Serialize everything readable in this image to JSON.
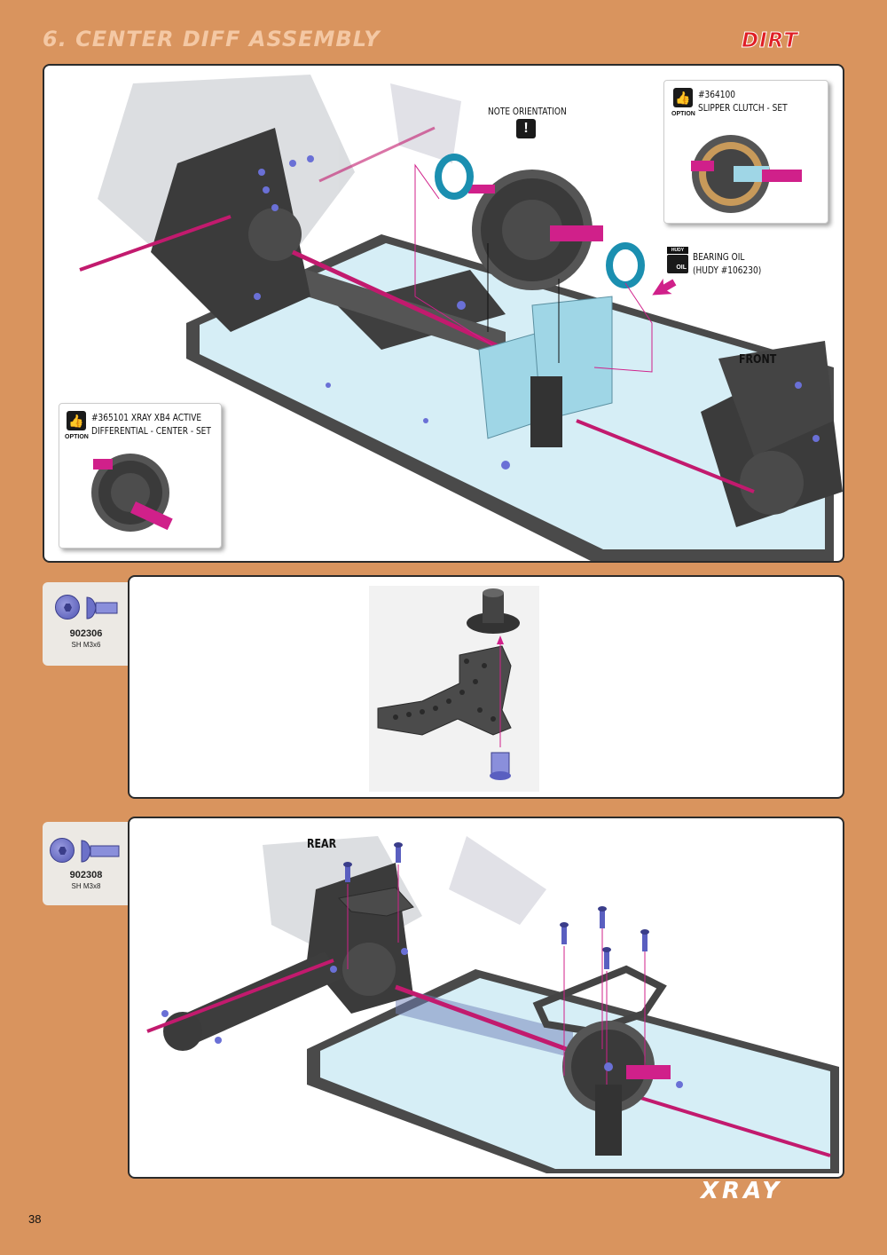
{
  "header": {
    "title": "6. CENTER DIFF ASSEMBLY",
    "brand": "DIRT"
  },
  "panel1": {
    "note_orientation": "NOTE ORIENTATION",
    "front_label": "FRONT",
    "bearing_oil_line1": "BEARING OIL",
    "bearing_oil_line2": "(HUDY #106230)",
    "oil_icon_top": "HUDY",
    "oil_icon_bottom": "OIL",
    "option_slipper": {
      "code": "#364100",
      "desc": "SLIPPER CLUTCH - SET",
      "option": "OPTION"
    },
    "option_diff": {
      "line1": "#365101 XRAY XB4 ACTIVE",
      "line2": "DIFFERENTIAL - CENTER - SET",
      "option": "OPTION"
    }
  },
  "step2": {
    "part_code": "902306",
    "part_desc": "SH M3x6"
  },
  "step3": {
    "part_code": "902308",
    "part_desc": "SH M3x8",
    "rear_label": "REAR"
  },
  "footer": {
    "page_number": "38",
    "brand": "XRAY"
  },
  "colors": {
    "background": "#d9945e",
    "accent_pink": "#d0208a",
    "brand_red": "#e01e25",
    "screw_blue": "#5a5fc0"
  }
}
